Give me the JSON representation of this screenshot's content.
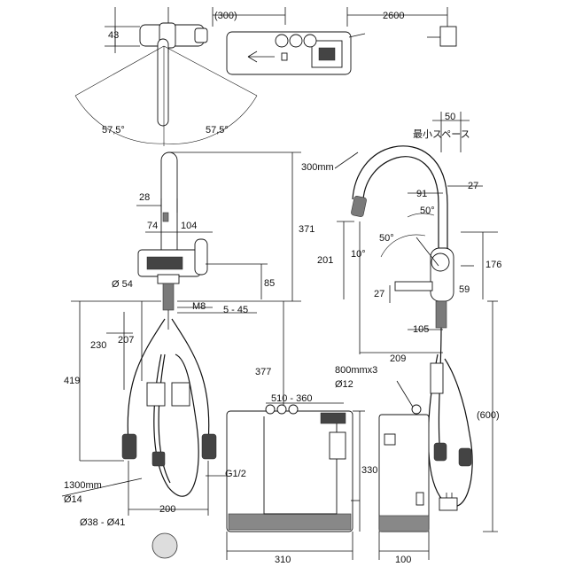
{
  "labels": {
    "d300": "(300)",
    "d2600": "2600",
    "d43": "43",
    "ang_left": "57,5°",
    "ang_right": "57,5°",
    "d50": "50",
    "min_space": "最小スペース",
    "d300mm": "300mm",
    "d28": "28",
    "d371": "371",
    "d91": "91",
    "d27a": "27",
    "ang50a": "50°",
    "ang50b": "50°",
    "ang10": "10°",
    "d74": "74",
    "d104": "104",
    "d201": "201",
    "d176": "176",
    "d54": "Ø 54",
    "d85": "85",
    "d27b": "27",
    "d59": "59",
    "m8": "M8",
    "d545": "5 - 45",
    "d105": "105",
    "d230": "230",
    "d207": "207",
    "d209": "209",
    "d377": "377",
    "d800": "800mmx3",
    "d12": "Ø12",
    "d419": "419",
    "d510": "510 - 360",
    "d600": "(600)",
    "d330": "330",
    "g12": "G1/2",
    "d1300": "1300mm",
    "d14": "Ø14",
    "d200": "200",
    "d3841": "Ø38 - Ø41",
    "d310": "310",
    "d100": "100"
  }
}
